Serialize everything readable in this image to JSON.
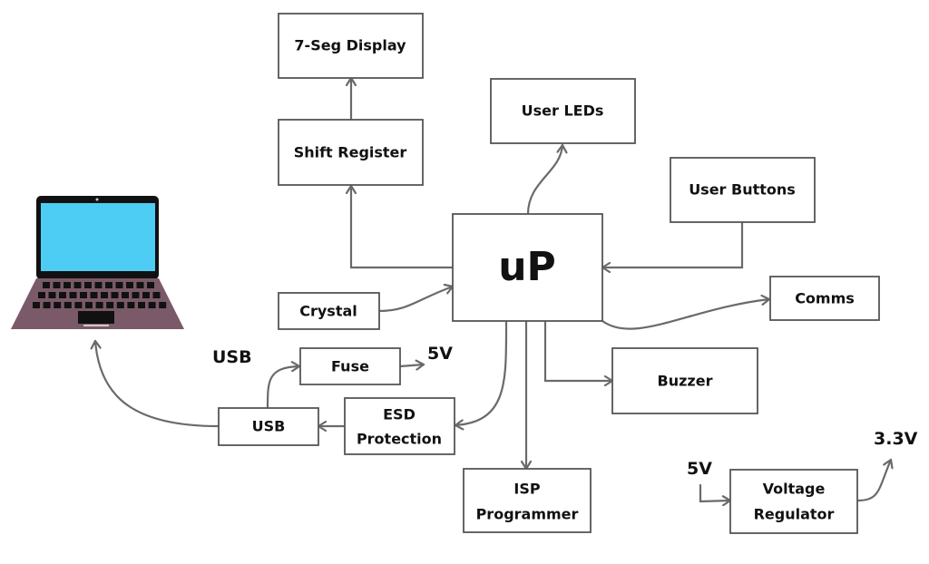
{
  "diagram": {
    "blocks": {
      "seg_display": "7-Seg Display",
      "shift_register": "Shift Register",
      "user_leds": "User LEDs",
      "user_buttons": "User Buttons",
      "up": "uP",
      "crystal": "Crystal",
      "comms": "Comms",
      "fuse": "Fuse",
      "usb": "USB",
      "esd_line1": "ESD",
      "esd_line2": "Protection",
      "buzzer": "Buzzer",
      "isp_line1": "ISP",
      "isp_line2": "Programmer",
      "vreg_line1": "Voltage",
      "vreg_line2": "Regulator"
    },
    "labels": {
      "usb_label": "USB",
      "fuse_out": "5V",
      "vreg_in": "5V",
      "vreg_out": "3.3V"
    },
    "computer": "laptop",
    "colors": {
      "wire": "#6a6a6a",
      "box_stroke": "#555555",
      "laptop_screen": "#4dcdf3",
      "laptop_body": "#7a5a68",
      "laptop_frame": "#111111"
    }
  }
}
